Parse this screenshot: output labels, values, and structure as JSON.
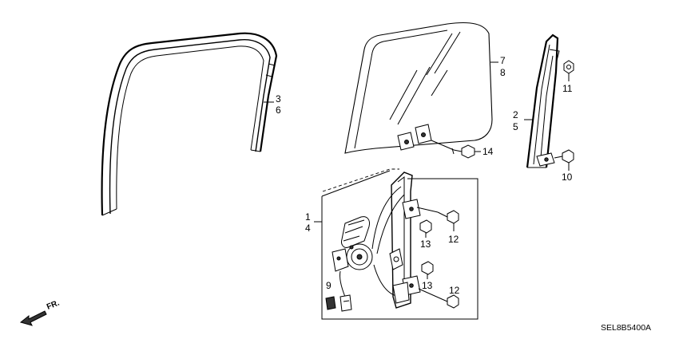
{
  "diagram_code": "SEL8B5400A",
  "direction_label": "FR.",
  "callouts": {
    "c1": "1",
    "c4": "4",
    "c2": "2",
    "c5": "5",
    "c3": "3",
    "c6": "6",
    "c7": "7",
    "c8": "8",
    "c9": "9",
    "c10": "10",
    "c11": "11",
    "c12a": "12",
    "c12b": "12",
    "c13a": "13",
    "c13b": "13",
    "c14": "14"
  },
  "parts": {
    "door_run_channel": "door-run-channel",
    "door_glass": "door-glass",
    "center_sash": "center-sash",
    "window_regulator": "window-regulator",
    "regulator_motor": "regulator-motor"
  }
}
